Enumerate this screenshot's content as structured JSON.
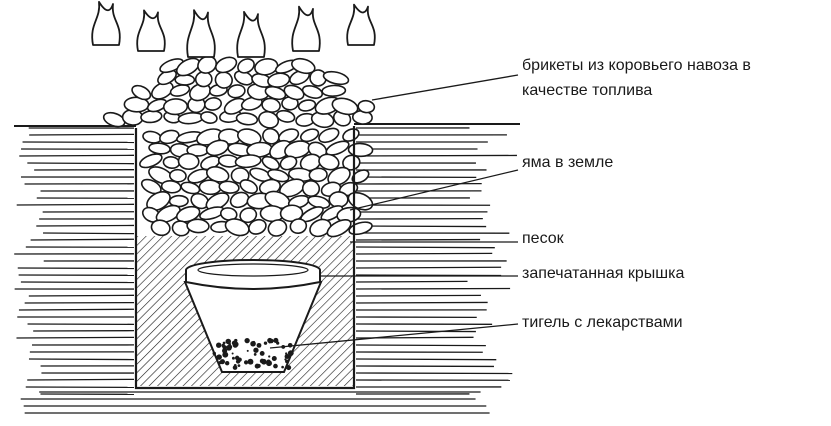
{
  "labels": {
    "fuel_line1": "брикеты из коровьего навоза в",
    "fuel_line2": "качестве топлива",
    "pit": "яма в земле",
    "sand": "песок",
    "lid": "запечатанная крышка",
    "crucible": "тигель с лекарствами"
  },
  "colors": {
    "ink": "#1a1a1a",
    "background": "#ffffff"
  }
}
